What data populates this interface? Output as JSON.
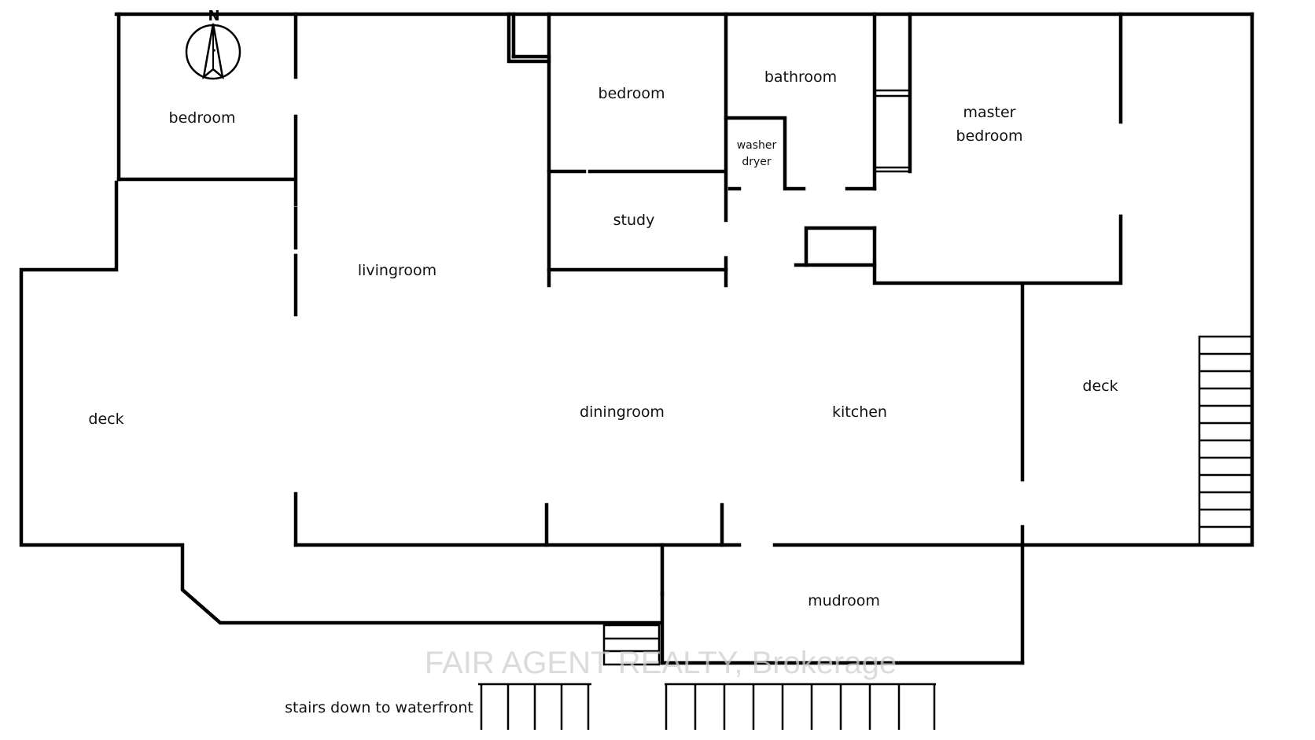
{
  "compass": {
    "north_label": "N"
  },
  "rooms": {
    "bedroom_nw": "bedroom",
    "bedroom_center": "bedroom",
    "bathroom": "bathroom",
    "washer": "washer",
    "dryer": "dryer",
    "master_line1": "master",
    "master_line2": "bedroom",
    "study": "study",
    "livingroom": "livingroom",
    "deck_west": "deck",
    "diningroom": "diningroom",
    "kitchen": "kitchen",
    "deck_east": "deck",
    "mudroom": "mudroom",
    "stairs": "stairs down to waterfront"
  },
  "watermark": "FAIR AGENT REALTY, Brokerage",
  "colors": {
    "walls": "#000000",
    "background": "#ffffff",
    "watermark": "#cfcfcf"
  }
}
